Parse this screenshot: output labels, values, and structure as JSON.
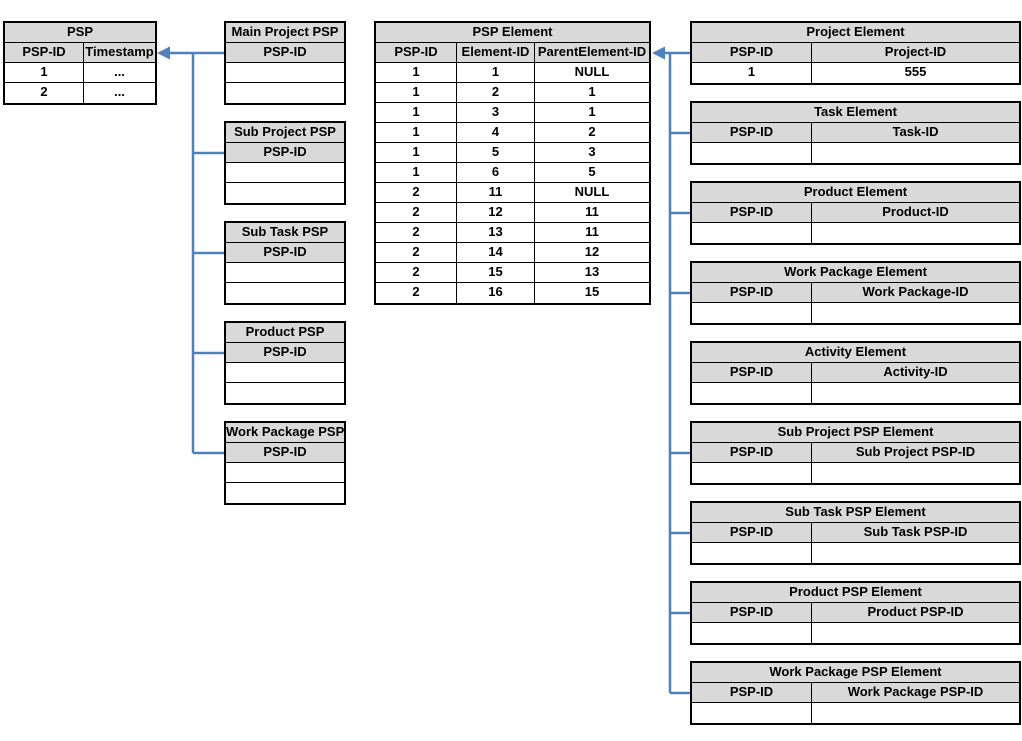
{
  "colors": {
    "background": "#ffffff",
    "header_fill": "#d9d9d9",
    "table_border": "#000000",
    "connector_blue": "#4f81bd"
  },
  "tables": {
    "psp": {
      "title": "PSP",
      "columns": [
        "PSP-ID",
        "Timestamp"
      ],
      "rows": [
        [
          "1",
          "..."
        ],
        [
          "2",
          "..."
        ]
      ]
    },
    "left_group": [
      {
        "title": "Main Project PSP",
        "columns": [
          "PSP-ID"
        ],
        "rows": [
          [
            ""
          ],
          [
            ""
          ]
        ]
      },
      {
        "title": "Sub Project PSP",
        "columns": [
          "PSP-ID"
        ],
        "rows": [
          [
            ""
          ],
          [
            ""
          ]
        ]
      },
      {
        "title": "Sub Task PSP",
        "columns": [
          "PSP-ID"
        ],
        "rows": [
          [
            ""
          ],
          [
            ""
          ]
        ]
      },
      {
        "title": "Product PSP",
        "columns": [
          "PSP-ID"
        ],
        "rows": [
          [
            ""
          ],
          [
            ""
          ]
        ]
      },
      {
        "title": "Work Package PSP",
        "columns": [
          "PSP-ID"
        ],
        "rows": [
          [
            ""
          ],
          [
            ""
          ]
        ]
      }
    ],
    "psp_element": {
      "title": "PSP Element",
      "columns": [
        "PSP-ID",
        "Element-ID",
        "ParentElement-ID"
      ],
      "rows": [
        [
          "1",
          "1",
          "NULL"
        ],
        [
          "1",
          "2",
          "1"
        ],
        [
          "1",
          "3",
          "1"
        ],
        [
          "1",
          "4",
          "2"
        ],
        [
          "1",
          "5",
          "3"
        ],
        [
          "1",
          "6",
          "5"
        ],
        [
          "2",
          "11",
          "NULL"
        ],
        [
          "2",
          "12",
          "11"
        ],
        [
          "2",
          "13",
          "11"
        ],
        [
          "2",
          "14",
          "12"
        ],
        [
          "2",
          "15",
          "13"
        ],
        [
          "2",
          "16",
          "15"
        ]
      ]
    },
    "right_group": [
      {
        "title": "Project Element",
        "columns": [
          "PSP-ID",
          "Project-ID"
        ],
        "rows": [
          [
            "1",
            "555"
          ]
        ]
      },
      {
        "title": "Task Element",
        "columns": [
          "PSP-ID",
          "Task-ID"
        ],
        "rows": [
          [
            "",
            ""
          ]
        ]
      },
      {
        "title": "Product Element",
        "columns": [
          "PSP-ID",
          "Product-ID"
        ],
        "rows": [
          [
            "",
            ""
          ]
        ]
      },
      {
        "title": "Work Package Element",
        "columns": [
          "PSP-ID",
          "Work Package-ID"
        ],
        "rows": [
          [
            "",
            ""
          ]
        ]
      },
      {
        "title": "Activity Element",
        "columns": [
          "PSP-ID",
          "Activity-ID"
        ],
        "rows": [
          [
            "",
            ""
          ]
        ]
      },
      {
        "title": "Sub Project PSP Element",
        "columns": [
          "PSP-ID",
          "Sub Project PSP-ID"
        ],
        "rows": [
          [
            "",
            ""
          ]
        ]
      },
      {
        "title": "Sub Task PSP Element",
        "columns": [
          "PSP-ID",
          "Sub Task PSP-ID"
        ],
        "rows": [
          [
            "",
            ""
          ]
        ]
      },
      {
        "title": "Product PSP Element",
        "columns": [
          "PSP-ID",
          "Product PSP-ID"
        ],
        "rows": [
          [
            "",
            ""
          ]
        ]
      },
      {
        "title": "Work Package PSP Element",
        "columns": [
          "PSP-ID",
          "Work Package PSP-ID"
        ],
        "rows": [
          [
            "",
            ""
          ]
        ]
      }
    ]
  }
}
